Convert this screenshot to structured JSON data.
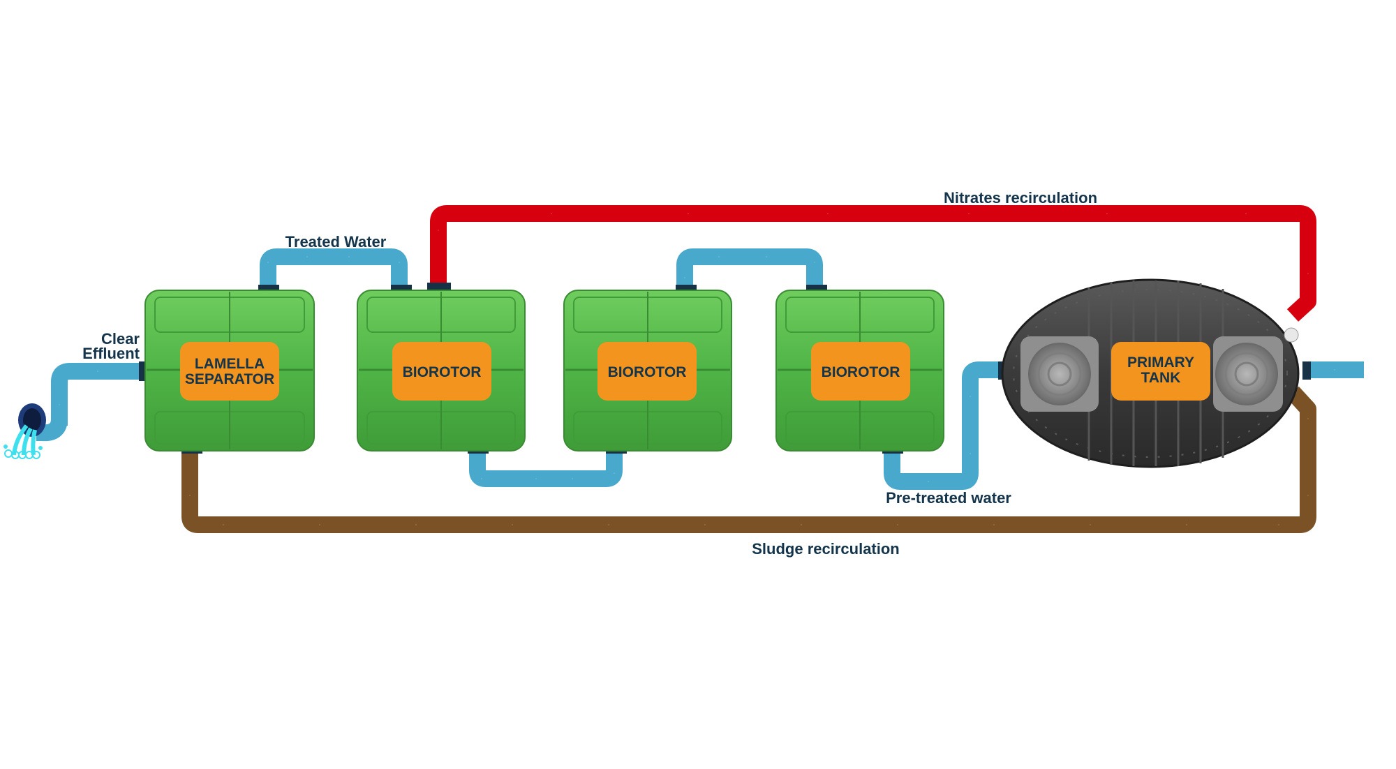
{
  "labels": {
    "clear_effluent_line1": "Clear",
    "clear_effluent_line2": "Effluent",
    "treated_water": "Treated Water",
    "nitrates_recirculation": "Nitrates recirculation",
    "pretreated_water": "Pre-treated water",
    "sludge_recirculation": "Sludge recirculation"
  },
  "tanks": {
    "lamella_line1": "LAMELLA",
    "lamella_line2": "SEPARATOR",
    "biorotor_1": "BIOROTOR",
    "biorotor_2": "BIOROTOR",
    "biorotor_3": "BIOROTOR",
    "primary_line1": "PRIMARY",
    "primary_line2": "TANK"
  },
  "colors": {
    "water_pipe": "#49a9cc",
    "nitrate_pipe": "#d7000f",
    "sludge_pipe": "#7a5226",
    "tank_green": "#52b84a",
    "label_orange": "#f3941f",
    "primary_tank": "#3c3c3c",
    "text": "#13344a"
  }
}
